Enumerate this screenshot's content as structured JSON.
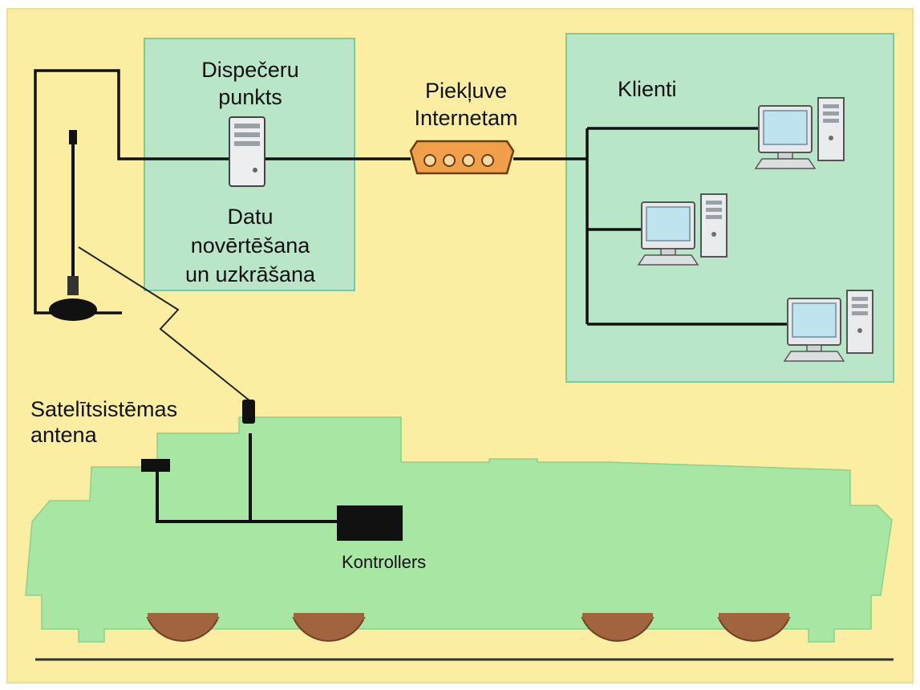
{
  "labels": {
    "dispatcher_line1": "Dispečeru",
    "dispatcher_line2": "punkts",
    "internet_line1": "Piekļuve",
    "internet_line2": "Internetam",
    "clients": "Klienti",
    "data_line1": "Datu",
    "data_line2": "novērtēšana",
    "data_line3": "un uzkrāšana",
    "satellite_line1": "Satelītsistēmas",
    "satellite_line2": "antena",
    "controller": "Kontrollers"
  },
  "colors": {
    "background": "#fbeea3",
    "panel": "#b9e6c8",
    "panel_border": "#7fc89a",
    "locomotive": "#a8e6a4",
    "wheel": "#a2643e",
    "wire": "#111111",
    "router": "#f0a04a",
    "screen": "#bfe3ef"
  },
  "icons": [
    "server-icon",
    "router-icon",
    "computer-icon",
    "antenna-icon",
    "wireless-link-icon",
    "satellite-antenna-icon",
    "controller-box-icon"
  ]
}
